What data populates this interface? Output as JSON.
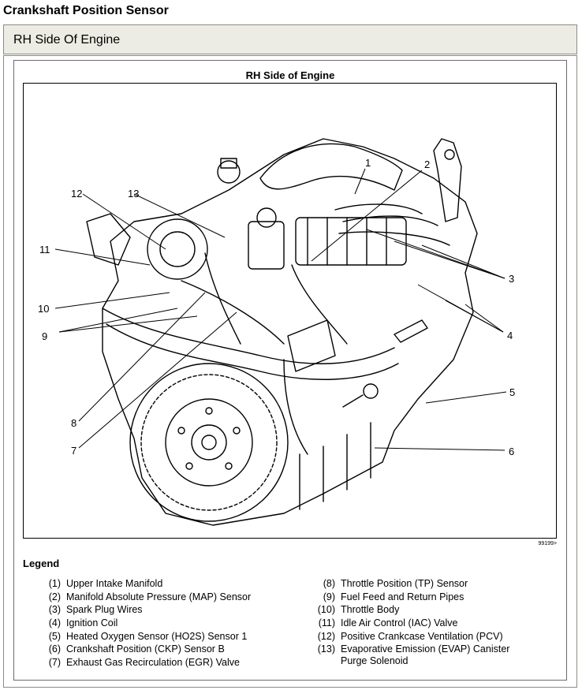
{
  "page": {
    "title": "Crankshaft Position Sensor"
  },
  "section": {
    "title": "RH Side Of Engine"
  },
  "figure": {
    "title": "RH Side of Engine",
    "id": "99199>",
    "callouts": [
      "1",
      "2",
      "3",
      "4",
      "5",
      "6",
      "7",
      "8",
      "9",
      "10",
      "11",
      "12",
      "13"
    ]
  },
  "legend": {
    "title": "Legend",
    "left": [
      {
        "num": "(1)",
        "label": "Upper Intake Manifold"
      },
      {
        "num": "(2)",
        "label": "Manifold Absolute Pressure (MAP) Sensor"
      },
      {
        "num": "(3)",
        "label": "Spark Plug Wires"
      },
      {
        "num": "(4)",
        "label": "Ignition Coil"
      },
      {
        "num": "(5)",
        "label": "Heated Oxygen Sensor (HO2S) Sensor 1"
      },
      {
        "num": "(6)",
        "label": "Crankshaft Position (CKP) Sensor B"
      },
      {
        "num": "(7)",
        "label": "Exhaust Gas Recirculation (EGR) Valve"
      }
    ],
    "right": [
      {
        "num": "(8)",
        "label": "Throttle Position (TP) Sensor"
      },
      {
        "num": "(9)",
        "label": "Fuel Feed and Return Pipes"
      },
      {
        "num": "(10)",
        "label": "Throttle Body"
      },
      {
        "num": "(11)",
        "label": "Idle Air Control (IAC) Valve"
      },
      {
        "num": "(12)",
        "label": "Positive Crankcase Ventilation (PCV)"
      },
      {
        "num": "(13)",
        "label": "Evaporative Emission (EVAP) Canister",
        "label2": "Purge Solenoid"
      }
    ]
  }
}
